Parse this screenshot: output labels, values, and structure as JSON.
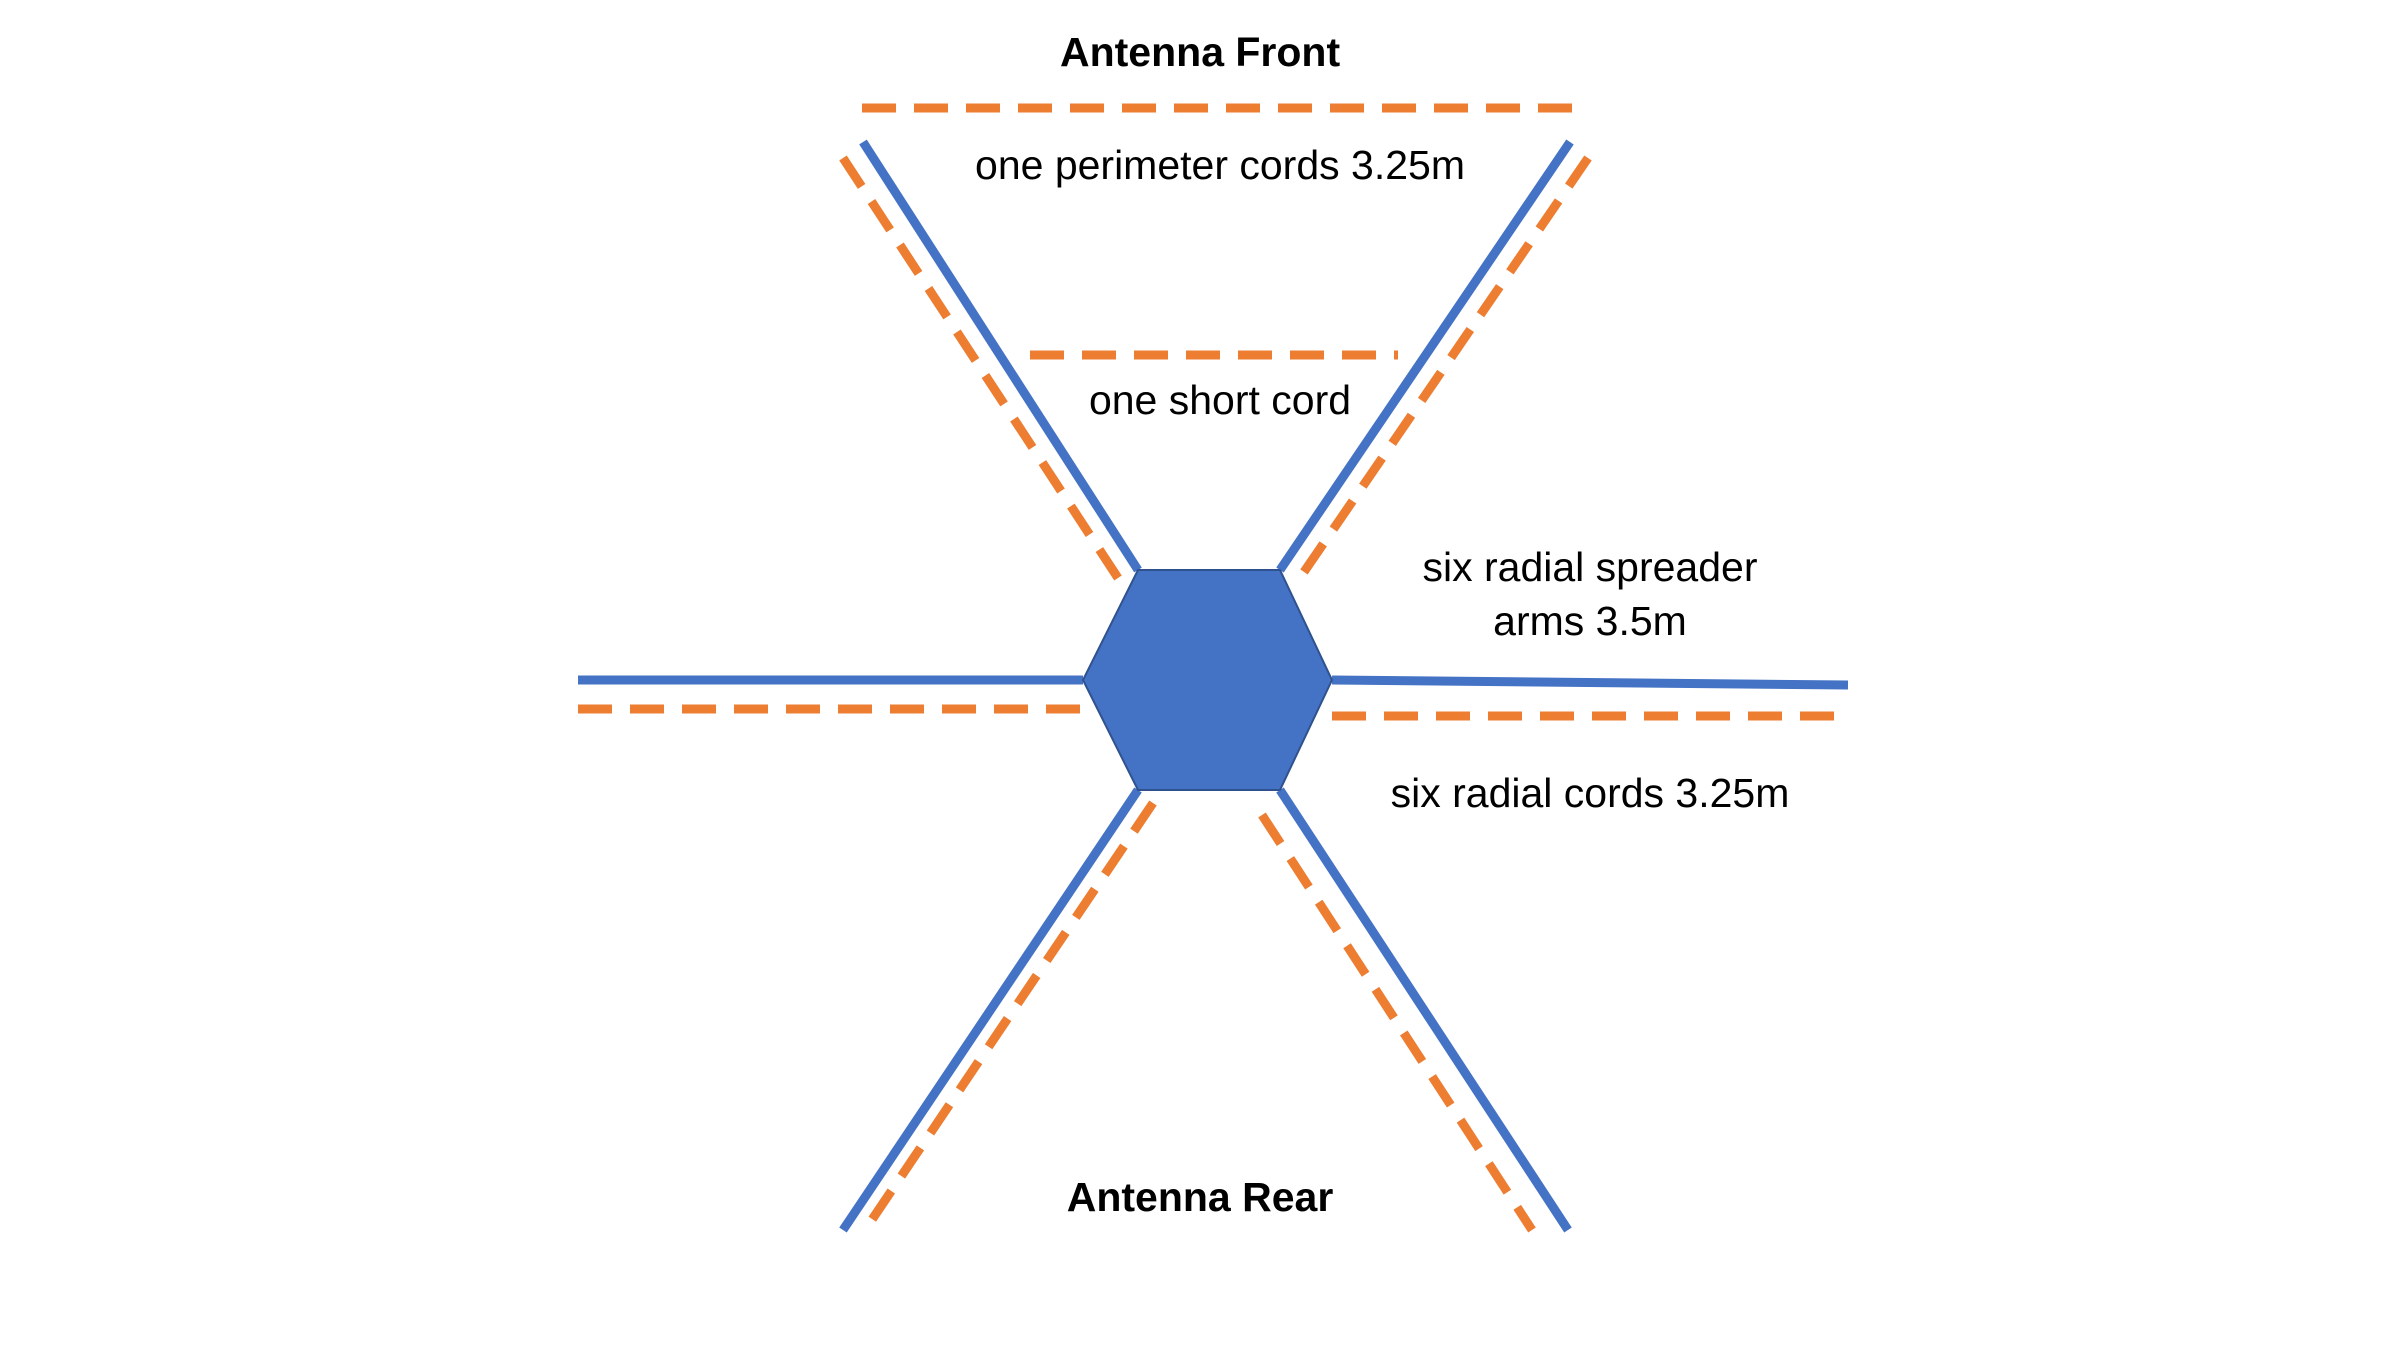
{
  "labels": {
    "antenna_front": "Antenna Front",
    "perimeter_cords": "one perimeter cords 3.25m",
    "short_cord": "one short cord",
    "spreader_arms_line1": "six radial spreader",
    "spreader_arms_line2": "arms 3.5m",
    "radial_cords": "six radial cords 3.25m",
    "antenna_rear": "Antenna Rear"
  },
  "colors": {
    "arm": "#4472C4",
    "cord": "#ED7D31",
    "hub_fill": "#4472C4",
    "hub_stroke": "#2F528F",
    "text": "#000000",
    "background": "#FFFFFF"
  }
}
